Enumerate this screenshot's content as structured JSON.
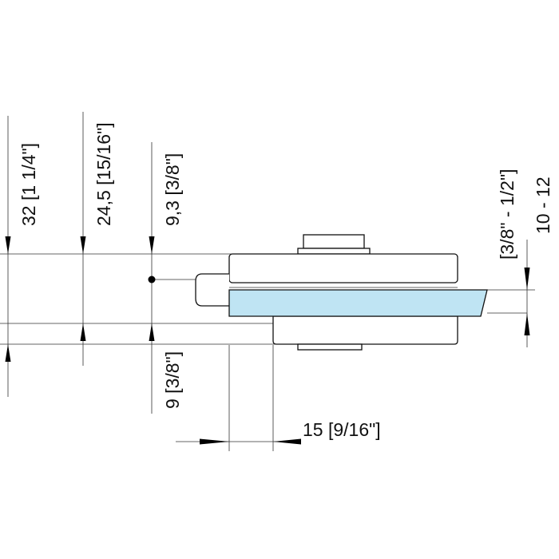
{
  "colors": {
    "line": "#111111",
    "glass_fill": "#bfe4f3",
    "arrow": "#000000"
  },
  "dimensions": {
    "total_height": "32 [1  1/4\"]",
    "body_height": "24,5 [15/16\"]",
    "top_to_glass": "9,3 [3/8\"]",
    "bottom_to_glass": "9 [3/8\"]",
    "depth": "15 [9/16\"]",
    "glass_thickness_imperial": "[3/8\" - 1/2\"]",
    "glass_thickness_metric": "10 - 12"
  }
}
